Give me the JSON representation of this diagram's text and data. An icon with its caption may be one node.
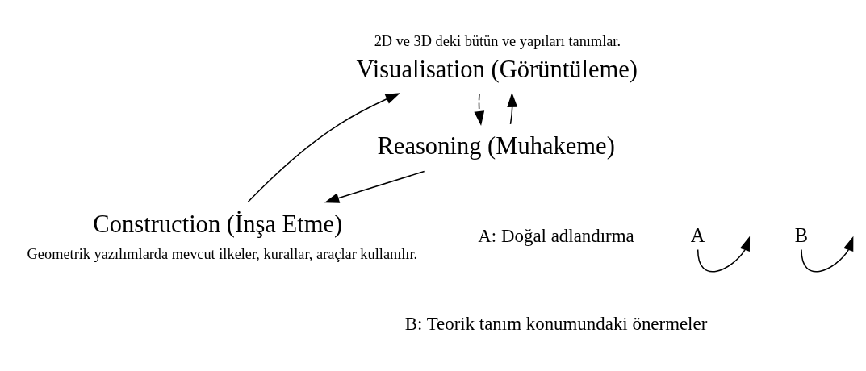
{
  "diagram": {
    "nodes": [
      {
        "text": [
          "Visualisation (Görüntüleme)"
        ],
        "beside": [
          "2D ve 3D deki bütün ve yapıları tanımlar."
        ]
      },
      {
        "text": [
          "Construction (İnşa Etme)"
        ],
        "beside": [
          "Geometrik yazılımlarda mevcut ilkeler, kurallar, araçlar kullanılır."
        ]
      },
      {
        "text": [
          "Reasoning (Muhakeme)"
        ]
      },
      {
        "text": [
          "A"
        ]
      },
      {
        "text": [
          "B"
        ]
      }
    ],
    "edges": [
      {
        "from": 1,
        "to": 0,
        "arrow": "to"
      },
      {
        "from": 2,
        "to": 0,
        "arrow": "to"
      },
      {
        "from": 0,
        "to": 2,
        "arrow": "to",
        "style": "dashed"
      },
      {
        "from": 2,
        "to": 1,
        "arrow": "to"
      },
      {
        "from": 3,
        "to": null,
        "arrow": "to"
      },
      {
        "from": 4,
        "to": null,
        "arrow": "to"
      }
    ],
    "labels": [
      "A: Doğal adlandırma",
      "B: Teorik tanım konumundaki önermeler"
    ]
  }
}
